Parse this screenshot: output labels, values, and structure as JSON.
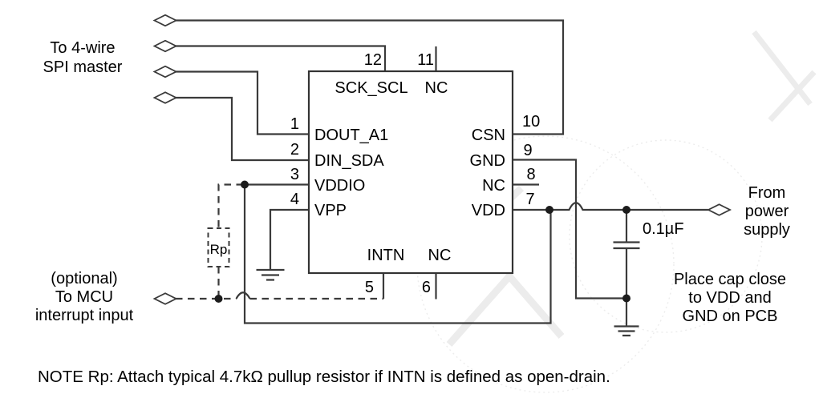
{
  "colors": {
    "background": "#ffffff",
    "wire": "#3a3a3a",
    "text": "#000000",
    "watermark": "#ececec"
  },
  "ic": {
    "left_pins": [
      {
        "num": "1",
        "label": "DOUT_A1"
      },
      {
        "num": "2",
        "label": "DIN_SDA"
      },
      {
        "num": "3",
        "label": "VDDIO"
      },
      {
        "num": "4",
        "label": "VPP"
      }
    ],
    "right_pins": [
      {
        "num": "10",
        "label": "CSN"
      },
      {
        "num": "9",
        "label": "GND"
      },
      {
        "num": "8",
        "label": "NC"
      },
      {
        "num": "7",
        "label": "VDD"
      }
    ],
    "top_pins": [
      {
        "num": "12",
        "label": "SCK_SCL"
      },
      {
        "num": "11",
        "label": "NC"
      }
    ],
    "bottom_pins": [
      {
        "num": "5",
        "label": "INTN"
      },
      {
        "num": "6",
        "label": "NC"
      }
    ]
  },
  "annotations": {
    "spi": {
      "line1": "To 4-wire",
      "line2": "SPI master"
    },
    "mcu": {
      "line1": "(optional)",
      "line2": "To MCU",
      "line3": "interrupt input"
    },
    "power": {
      "line1": "From",
      "line2": "power",
      "line3": "supply"
    },
    "cap_value": "0.1µF",
    "cap_note": {
      "line1": "Place cap close",
      "line2": "to VDD and",
      "line3": "GND on PCB"
    },
    "pullup_label": "Rp"
  },
  "note": "NOTE Rp: Attach typical 4.7kΩ pullup resistor if INTN is defined as open-drain."
}
